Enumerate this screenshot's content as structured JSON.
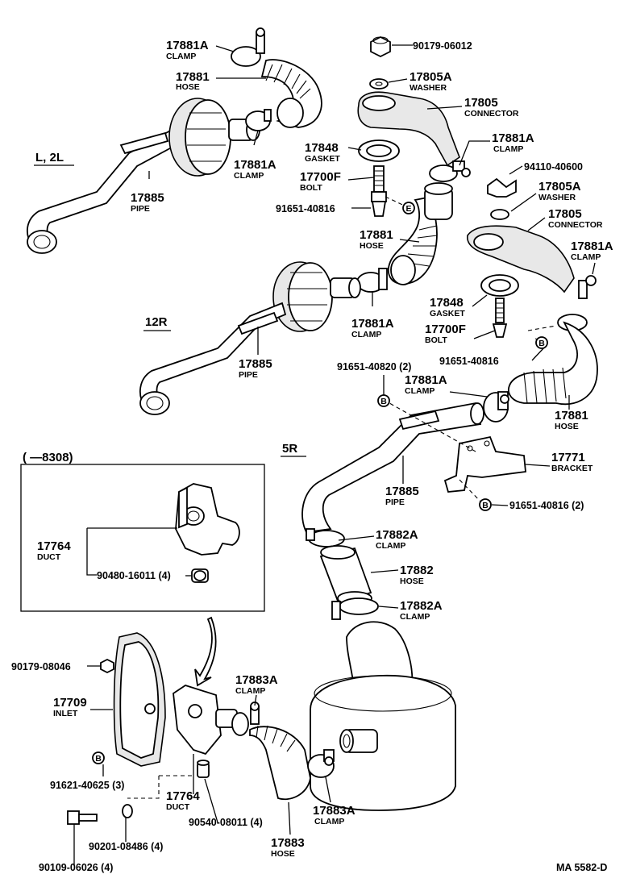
{
  "sections": {
    "l2l": "L, 2L",
    "r12": "12R",
    "r5": "5R",
    "box_range": "(      —8308)"
  },
  "footer": {
    "code": "MA  5582-D"
  },
  "labels": {
    "l_17881a_1": {
      "num": "17881A",
      "name": "CLAMP"
    },
    "l_17881_1": {
      "num": "17881",
      "name": "HOSE"
    },
    "l_17881a_2": {
      "num": "17881A",
      "name": "CLAMP"
    },
    "l_17885_1": {
      "num": "17885",
      "name": "PIPE"
    },
    "l_90179_06012": {
      "num": "90179-06012"
    },
    "l_17805a_1": {
      "num": "17805A",
      "name": "WASHER"
    },
    "l_17805_1": {
      "num": "17805",
      "name": "CONNECTOR"
    },
    "l_17848_1": {
      "num": "17848",
      "name": "GASKET"
    },
    "l_17881a_3": {
      "num": "17881A",
      "name": "CLAMP"
    },
    "l_17700f_1": {
      "num": "17700F",
      "name": "BOLT"
    },
    "l_94110_40600": {
      "num": "94110-40600"
    },
    "l_91651_40816_1": {
      "num": "91651-40816"
    },
    "l_17805a_2": {
      "num": "17805A",
      "name": "WASHER"
    },
    "l_17805_2": {
      "num": "17805",
      "name": "CONNECTOR"
    },
    "l_17881_2": {
      "num": "17881",
      "name": "HOSE"
    },
    "l_17881a_4": {
      "num": "17881A",
      "name": "CLAMP"
    },
    "l_17848_2": {
      "num": "17848",
      "name": "GASKET"
    },
    "l_17881a_5": {
      "num": "17881A",
      "name": "CLAMP"
    },
    "l_17700f_2": {
      "num": "17700F",
      "name": "BOLT"
    },
    "l_17885_2": {
      "num": "17885",
      "name": "PIPE"
    },
    "l_91651_40816_2": {
      "num": "91651-40816"
    },
    "l_91651_40820": {
      "num": "91651-40820 (2)"
    },
    "l_17881a_6": {
      "num": "17881A",
      "name": "CLAMP"
    },
    "l_17881_3": {
      "num": "17881",
      "name": "HOSE"
    },
    "l_17771": {
      "num": "17771",
      "name": "BRACKET"
    },
    "l_17885_3": {
      "num": "17885",
      "name": "PIPE"
    },
    "l_91651_40816_3": {
      "num": "91651-40816 (2)"
    },
    "l_17764_1": {
      "num": "17764",
      "name": "DUCT"
    },
    "l_90480_16011": {
      "num": "90480-16011 (4)"
    },
    "l_17882a_1": {
      "num": "17882A",
      "name": "CLAMP"
    },
    "l_17882": {
      "num": "17882",
      "name": "HOSE"
    },
    "l_17882a_2": {
      "num": "17882A",
      "name": "CLAMP"
    },
    "l_90179_08046": {
      "num": "90179-08046"
    },
    "l_17709": {
      "num": "17709",
      "name": "INLET"
    },
    "l_17883a_1": {
      "num": "17883A",
      "name": "CLAMP"
    },
    "l_91621_40625": {
      "num": "91621-40625 (3)"
    },
    "l_17764_2": {
      "num": "17764",
      "name": "DUCT"
    },
    "l_90540_08011": {
      "num": "90540-08011 (4)"
    },
    "l_90201_08486": {
      "num": "90201-08486 (4)"
    },
    "l_17883a_2": {
      "num": "17883A",
      "name": "CLAMP"
    },
    "l_17883": {
      "num": "17883",
      "name": "HOSE"
    },
    "l_90109_06026": {
      "num": "90109-06026 (4)"
    }
  },
  "markers": {
    "E": "E",
    "B": "B"
  }
}
